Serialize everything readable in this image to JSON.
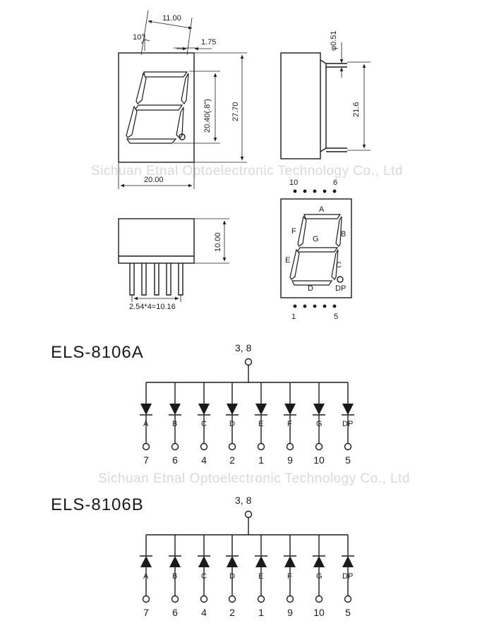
{
  "watermark": "Sichuan Etnal Optoelectronic Technology Co., Ltd",
  "front_view": {
    "dim_top": "11.00",
    "dim_angle": "10°",
    "dim_right": "1.75",
    "dim_digit_height": "20.40(.8\")",
    "dim_height": "27.70",
    "dim_width": "20.00"
  },
  "side_view": {
    "dim_pin": "φ0.51",
    "dim_height": "21.6"
  },
  "bottom_view": {
    "dim_depth": "10.00",
    "dim_pitch": "2.54*4=10.16"
  },
  "pinout_view": {
    "top_left_pin": "10",
    "top_right_pin": "6",
    "bottom_left_pin": "1",
    "bottom_right_pin": "5",
    "segments": [
      "A",
      "B",
      "C",
      "D",
      "E",
      "F",
      "G",
      "DP"
    ]
  },
  "circuits": [
    {
      "model": "ELS-8106A",
      "common_pins": "3, 8",
      "polarity": "common-anode",
      "segments": [
        "A",
        "B",
        "C",
        "D",
        "E",
        "F",
        "G",
        "DP"
      ],
      "pins": [
        "7",
        "6",
        "4",
        "2",
        "1",
        "9",
        "10",
        "5"
      ]
    },
    {
      "model": "ELS-8106B",
      "common_pins": "3, 8",
      "polarity": "common-cathode",
      "segments": [
        "A",
        "B",
        "C",
        "D",
        "E",
        "F",
        "G",
        "DP"
      ],
      "pins": [
        "7",
        "6",
        "4",
        "2",
        "1",
        "9",
        "10",
        "5"
      ]
    }
  ]
}
